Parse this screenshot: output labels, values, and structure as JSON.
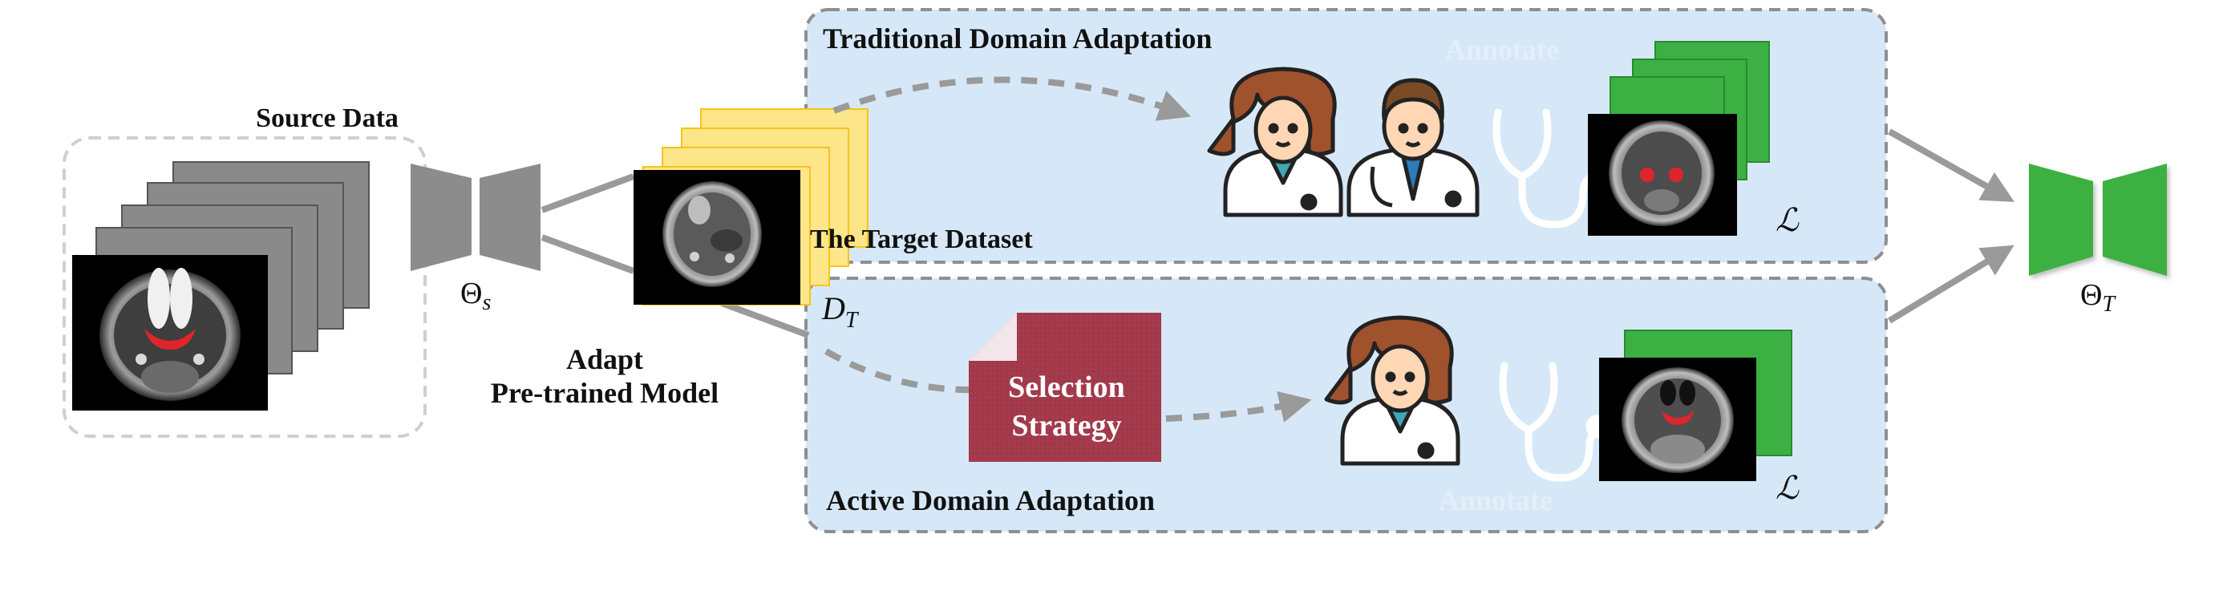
{
  "source": {
    "title": "Source Data",
    "theta_base": "Θ",
    "theta_sub": "s"
  },
  "adapt": {
    "line1": "Adapt",
    "line2": "Pre-trained Model"
  },
  "target": {
    "title": "The Target Dataset",
    "dt_base": "D",
    "dt_sub": "T"
  },
  "traditional": {
    "title": "Traditional Domain Adaptation",
    "annotate": "Annotate",
    "loss": "ℒ"
  },
  "active": {
    "title": "Active Domain Adaptation",
    "annotate": "Annotate",
    "loss": "ℒ",
    "strategy_line1": "Selection",
    "strategy_line2": "Strategy"
  },
  "output": {
    "theta_base": "Θ",
    "theta_sub": "T"
  },
  "colors": {
    "panel_fill": "#d6e8f8",
    "panel_border": "#8f8f8f",
    "model_gray": "#8c8c8c",
    "model_green": "#3cb043",
    "target_yellow": "#fde58a",
    "strategy_red": "#a23a4c",
    "mask_red": "#e0242b",
    "arrow_gray": "#9a9a9a"
  },
  "icons": [
    "female-doctor-icon",
    "male-doctor-icon",
    "stethoscope-icon",
    "document-icon",
    "mri-scan-icon"
  ]
}
